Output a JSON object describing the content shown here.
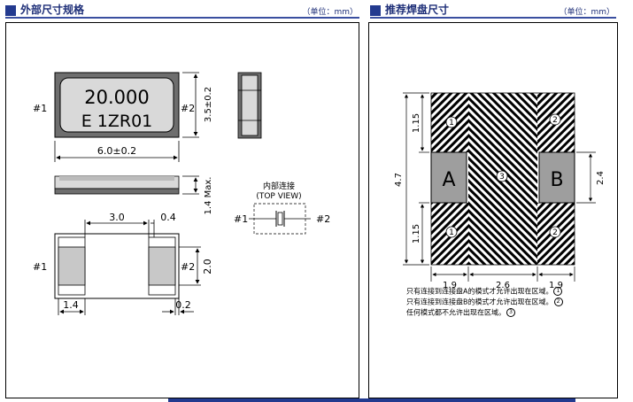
{
  "left_header": {
    "title": "外部尺寸规格",
    "unit": "（单位：mm）"
  },
  "right_header": {
    "title": "推荐焊盘尺寸",
    "unit": "（单位：mm）"
  },
  "top_view": {
    "marking_line1": "20.000",
    "marking_line2": "E 1ZR01",
    "pin1": "#1",
    "pin2": "#2",
    "dim_length": "6.0±0.2",
    "dim_width": "3.5±0.2"
  },
  "side_view": {
    "dim_height": "1.4 Max."
  },
  "bottom_view": {
    "pin1": "#1",
    "pin2": "#2",
    "dim_pitch": "3.0",
    "dim_gap": "0.4",
    "dim_pad_height": "2.0",
    "dim_pad_width": "1.4",
    "dim_edge": "0.2"
  },
  "connection": {
    "title": "内部连接",
    "subtitle": "(TOP VIEW)",
    "pin1": "#1",
    "pin2": "#2"
  },
  "land_pattern": {
    "pad_a": "A",
    "pad_b": "B",
    "zone1": "①",
    "zone2": "②",
    "zone3": "③",
    "dim_total_height": "4.7",
    "dim_top": "1.15",
    "dim_bottom": "1.15",
    "dim_pad_height": "2.4",
    "dim_left": "1.9",
    "dim_center": "2.6",
    "dim_right": "1.9"
  },
  "notes": [
    {
      "text": "只有连接到连接盘A的模式才允许出现在区域。",
      "mark": "1"
    },
    {
      "text": "只有连接到连接盘B的模式才允许出现在区域。",
      "mark": "2"
    },
    {
      "text": "任何模式都不允许出现在区域。",
      "mark": "3"
    }
  ]
}
